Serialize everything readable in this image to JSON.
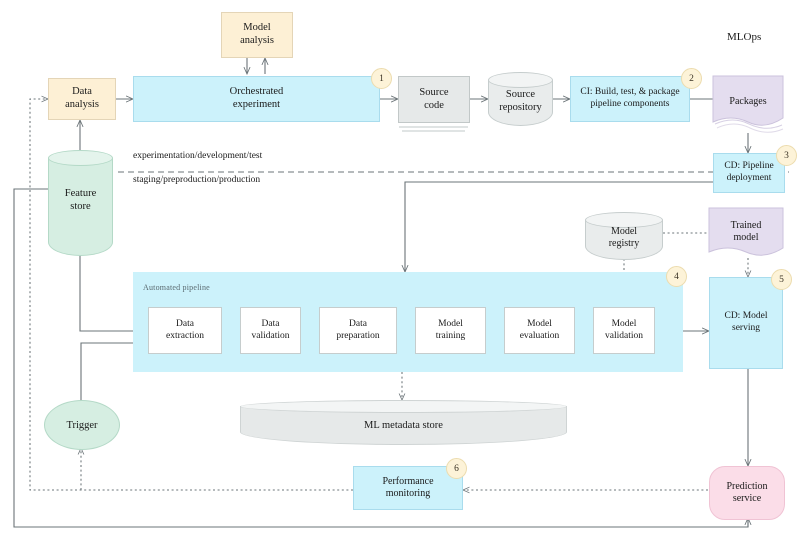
{
  "diagram": {
    "title": "MLOps",
    "env_labels": {
      "top": "experimentation/development/test",
      "bottom": "staging/preproduction/production"
    },
    "pipeline_band_label": "Automated pipeline"
  },
  "nodes": {
    "model_analysis": "Model\nanalysis",
    "data_analysis": "Data\nanalysis",
    "orchestrated_experiment": "Orchestrated\nexperiment",
    "source_code": "Source\ncode",
    "source_repository": "Source\nrepository",
    "ci_build": "CI: Build, test, & package\npipeline components",
    "packages": "Packages",
    "cd_pipeline_deployment": "CD: Pipeline\ndeployment",
    "feature_store": "Feature\nstore",
    "model_registry": "Model\nregistry",
    "trained_model": "Trained\nmodel",
    "cd_model_serving": "CD: Model\nserving",
    "data_extraction": "Data\nextraction",
    "data_validation": "Data\nvalidation",
    "data_preparation": "Data\npreparation",
    "model_training": "Model\ntraining",
    "model_evaluation": "Model\nevaluation",
    "model_validation": "Model\nvalidation",
    "trigger": "Trigger",
    "ml_metadata_store": "ML metadata store",
    "performance_monitoring": "Performance\nmonitoring",
    "prediction_service": "Prediction\nservice"
  },
  "badges": {
    "b1": "1",
    "b2": "2",
    "b3": "3",
    "b4": "4",
    "b5": "5",
    "b6": "6"
  },
  "colors": {
    "cream": "#fdf0d5",
    "blue": "#ccf2fb",
    "grey": "#e6e9e9",
    "lavender": "#e4ddef",
    "mint": "#d6eee2",
    "pink": "#fbdde8",
    "badge": "#fdf3d8",
    "line": "#6b7478",
    "text": "#1a1a1a"
  }
}
